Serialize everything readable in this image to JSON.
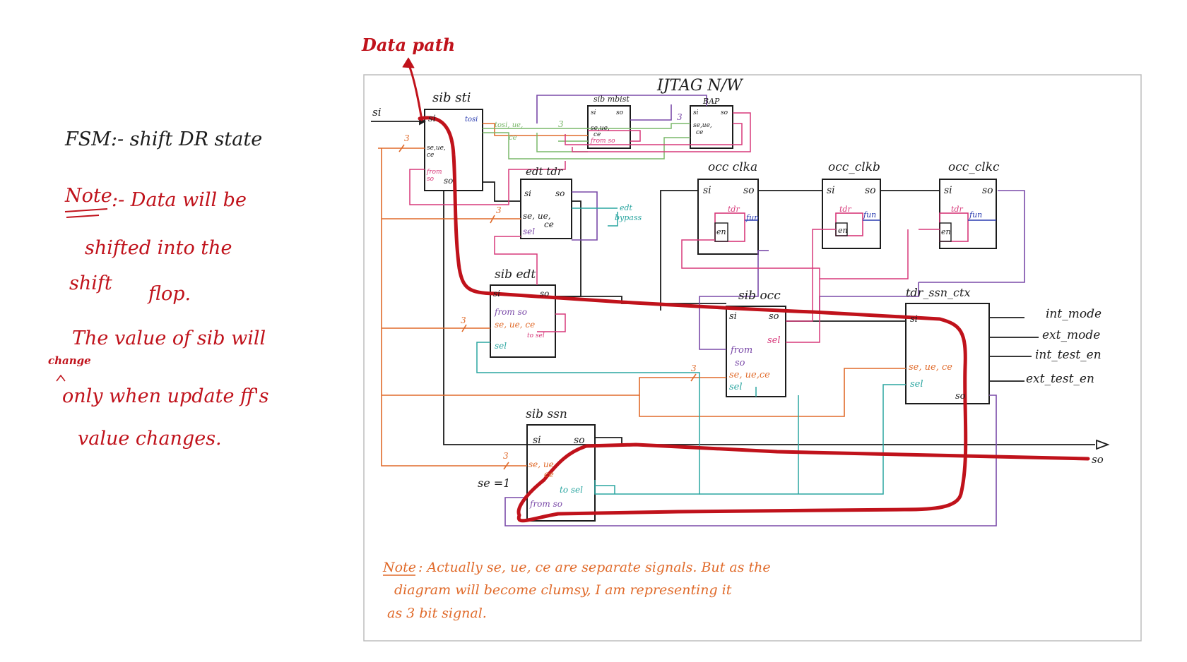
{
  "colors": {
    "black": "#1c1c1c",
    "red": "#c0121b",
    "orange": "#e06a2a",
    "green": "#7ab86a",
    "teal": "#2aa5a0",
    "purple": "#7a4aa8",
    "pink": "#d7397a",
    "blue": "#2a3cb0",
    "panel_border": "#bdbdbd"
  },
  "annotations": {
    "data_path": "Data path",
    "fsm_title": "FSM:- shift DR state",
    "note_label": "Note",
    "note_line1": ":- Data will be",
    "note_line2": "shifted into the",
    "note_line3a": "shift",
    "note_line3b": "flop.",
    "note_para2_line1": "The value of sib will",
    "note_change": "change",
    "note_para2_line2": "only when update ff's",
    "note_para2_line3": "value changes."
  },
  "diagram": {
    "title": "IJTAG N/W",
    "bottom_note_label": "Note",
    "bottom_note_line1": ": Actually se, ue, ce are separate signals. But as the",
    "bottom_note_line2": "diagram will become clumsy, I am representing it",
    "bottom_note_line3": "as 3 bit signal.",
    "si_input": "si",
    "so_output": "so",
    "se_label": "se =1",
    "bus_width": "3",
    "blocks": {
      "sib_sti": {
        "name": "sib sti",
        "si": "si",
        "tosi": "tosi",
        "se": "se,ue,",
        "ce": "ce",
        "from": "from",
        "so_in": "so",
        "so": "so"
      },
      "sib_mbist": {
        "name": "sib mbist",
        "si": "si",
        "so": "so",
        "se": "se,ue,",
        "ce": "ce",
        "fromso": "from so"
      },
      "bap": {
        "name": "BAP",
        "si": "si",
        "so": "so",
        "se": "se,ue,",
        "ce": "ce"
      },
      "edt_tdr": {
        "name": "edt tdr",
        "si": "si",
        "so": "so",
        "se": "se, ue,",
        "ce": "ce",
        "sel": "sel"
      },
      "occ_clka": {
        "name": "occ clka",
        "si": "si",
        "so": "so",
        "tdr": "tdr",
        "fun": "fun",
        "en": "en"
      },
      "occ_clkb": {
        "name": "occ_clkb",
        "si": "si",
        "so": "so",
        "tdr": "tdr",
        "fun": "fun",
        "en": "en"
      },
      "occ_clkc": {
        "name": "occ_clkc",
        "si": "si",
        "so": "so",
        "tdr": "tdr",
        "fun": "fun",
        "en": "en"
      },
      "sib_edt": {
        "name": "sib edt",
        "si": "si",
        "so": "so",
        "fromso": "from so",
        "se": "se, ue, ce",
        "tosel": "to sel",
        "sel": "sel"
      },
      "sib_occ": {
        "name": "sib occ",
        "si": "si",
        "so": "so",
        "sel_out": "sel",
        "from": "from",
        "from_so": "so",
        "se": "se, ue,ce",
        "sel": "sel"
      },
      "tdr_ssn_ctx": {
        "name": "tdr_ssn_ctx",
        "si": "si",
        "se": "se, ue, ce",
        "sel": "sel",
        "so": "so"
      },
      "sib_ssn": {
        "name": "sib ssn",
        "si": "si",
        "so": "so",
        "se": "se, ue",
        "ce": "ce",
        "tosel": "to sel",
        "fromso": "from so"
      }
    },
    "outputs": [
      "int_mode",
      "ext_mode",
      "int_test_en",
      "ext_test_en"
    ],
    "edt_bypass": [
      "edt",
      "bypass"
    ]
  }
}
